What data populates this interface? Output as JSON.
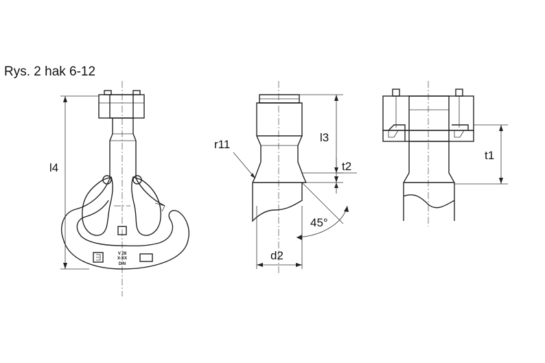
{
  "title": "Rys. 2  hak 6-12",
  "dimensions": {
    "l4": "l4",
    "r11": "r11",
    "l3": "l3",
    "t2": "t2",
    "angle": "45°",
    "d2": "d2",
    "t1": "t1"
  },
  "hook_marking": {
    "line1": "V 28",
    "line2": "X-XX",
    "line3": "DIN"
  }
}
